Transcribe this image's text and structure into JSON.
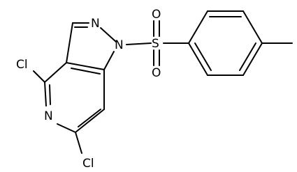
{
  "molecule": {
    "atoms": {
      "n1": "N",
      "n2": "N",
      "n_pyridine": "N",
      "s": "S",
      "o_top": "O",
      "o_bottom": "O",
      "cl_top": "Cl",
      "cl_bottom": "Cl"
    }
  }
}
